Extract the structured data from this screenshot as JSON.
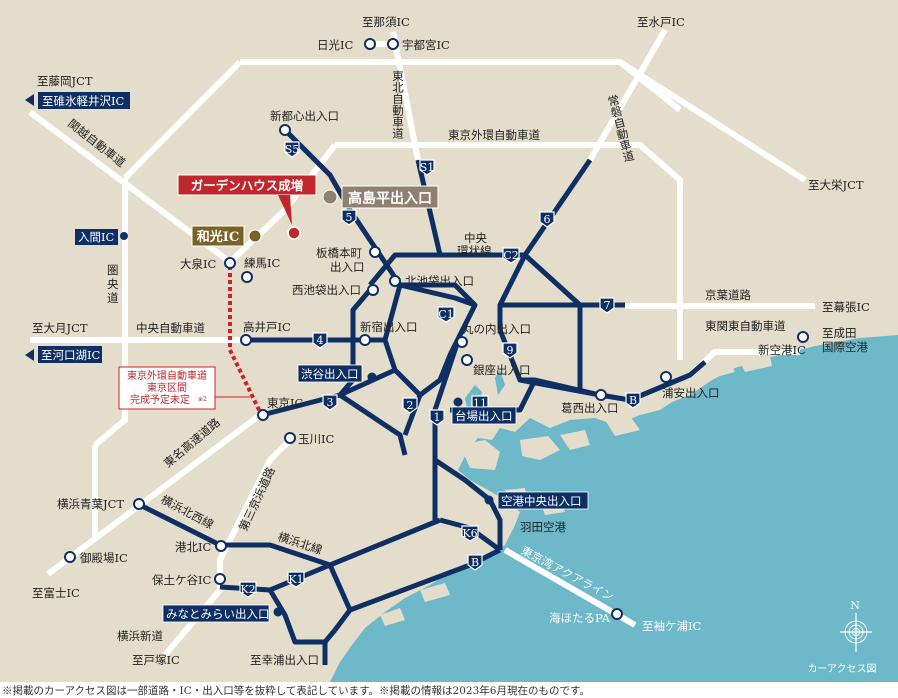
{
  "title": "カーアクセス図",
  "colors": {
    "land": "#e4ddcb",
    "sea": "#6db8c9",
    "expressway": "#0e2f63",
    "highway": "#ffffff",
    "property": "#c0272d",
    "nearby_ic": "#7a6226",
    "nearby_exit": "#8f8070"
  },
  "property": {
    "name": "ガーデンハウス成増"
  },
  "nearby": {
    "wako_ic": "和光IC",
    "takashimadaira": "高島平出入口"
  },
  "directions": {
    "nasu": "至那須IC",
    "mito": "至水戸IC",
    "fujioka": "至藤岡JCT",
    "karuizawa": "至碓氷軽井沢IC",
    "taiei": "至大栄JCT",
    "makuhari": "至幕張IC",
    "narita": [
      "至成田",
      "国際空港"
    ],
    "otsuki": "至大月JCT",
    "kawaguchiko": "至河口湖IC",
    "fuji": "至富士IC",
    "totsuka": "至戸塚IC",
    "sachiura": "至幸浦出入口",
    "sodegaura": "至袖ケ浦IC"
  },
  "roads": {
    "tohoku": "東北自動車道",
    "joban": "常磐自動車道",
    "kanetsu": "関越自動車道",
    "gaikan": "東京外環自動車道",
    "chuo_kanjo": [
      "中央",
      "環状線"
    ],
    "keiyo": "京葉道路",
    "higashikanto": "東関東自動車道",
    "kenodo": [
      "圏",
      "央",
      "道"
    ],
    "chuo": "中央自動車道",
    "tomei": "東名高速道路",
    "daisan_keihin": "第三京浜道路",
    "yokohama_hokusei": "横浜北西線",
    "yokohama_hoku": "横浜北線",
    "yokohama_shindo": "横浜新道",
    "aqualine": "東京湾アクアライン"
  },
  "ics": {
    "nikko": "日光IC",
    "utsunomiya": "宇都宮IC",
    "shintoshin": "新都心出入口",
    "iruma": "入間IC",
    "oizumi": "大泉IC",
    "nerima": "練馬IC",
    "itabashihoncho": [
      "板橋本町",
      "出入口"
    ],
    "kitaikebukuro": "北池袋出入口",
    "nishiikebukuro": "西池袋出入口",
    "takaido": "高井戸IC",
    "shinjuku": "新宿出入口",
    "marunouchi": "丸の内出入口",
    "ginza": "銀座出入口",
    "shibuya": "渋谷出入口",
    "tokyo": "東京IC",
    "daiba": "台場出入口",
    "kasai": "葛西出入口",
    "urayasu": "浦安出入口",
    "shinkuko": "新空港IC",
    "tamagawa": "玉川IC",
    "yokohama_aoba": "横浜青葉JCT",
    "gotenba": "御殿場IC",
    "kohoku": "港北IC",
    "hodogaya": "保土ケ谷IC",
    "minatomirai": "みなとみらい出入口",
    "kuko_chuo": "空港中央出入口",
    "haneda": "羽田空港",
    "umihotaru": "海ほたるPA"
  },
  "route_numbers": [
    "S5",
    "S1",
    "5",
    "6",
    "C2",
    "C1",
    "7",
    "4",
    "9",
    "3",
    "2",
    "1",
    "11",
    "B",
    "K6",
    "K1",
    "K2"
  ],
  "note_box": [
    "東京外環自動車道",
    "東京区間",
    "完成予定未定"
  ],
  "note_box_mark": "※2",
  "compass": {
    "north": "N"
  },
  "footnote": "※掲載のカーアクセス図は一部道路・IC・出入口等を抜粋して表記しています。※掲載の情報は2023年6月現在のものです。"
}
